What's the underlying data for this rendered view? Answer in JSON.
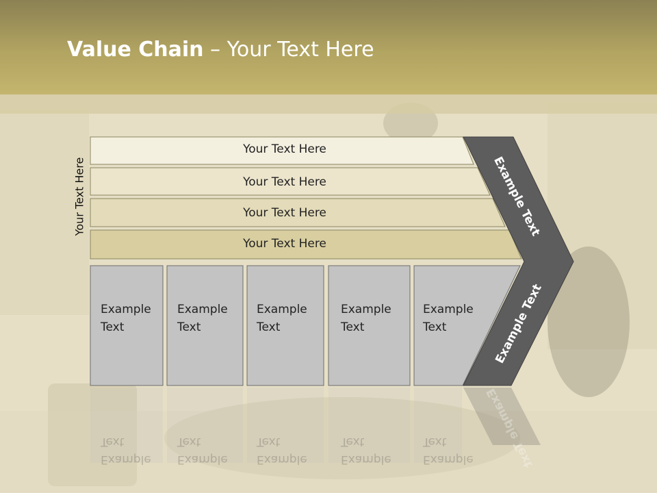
{
  "slide": {
    "title_bold": "Value Chain",
    "title_rest": " – Your Text Here",
    "side_label": "Your Text Here"
  },
  "rows": [
    {
      "label": "Your Text Here"
    },
    {
      "label": "Your Text Here"
    },
    {
      "label": "Your Text Here"
    },
    {
      "label": "Your Text Here"
    }
  ],
  "cells": [
    {
      "label": "Example\nText"
    },
    {
      "label": "Example\nText"
    },
    {
      "label": "Example\nText"
    },
    {
      "label": "Example\nText"
    },
    {
      "label": "Example\nText"
    }
  ],
  "chevron": {
    "top_label": "Example Text",
    "bottom_label": "Example Text"
  },
  "colors": {
    "header": "#b2a461",
    "chevron": "#5d5d5d",
    "cell": "#c3c3c3"
  }
}
